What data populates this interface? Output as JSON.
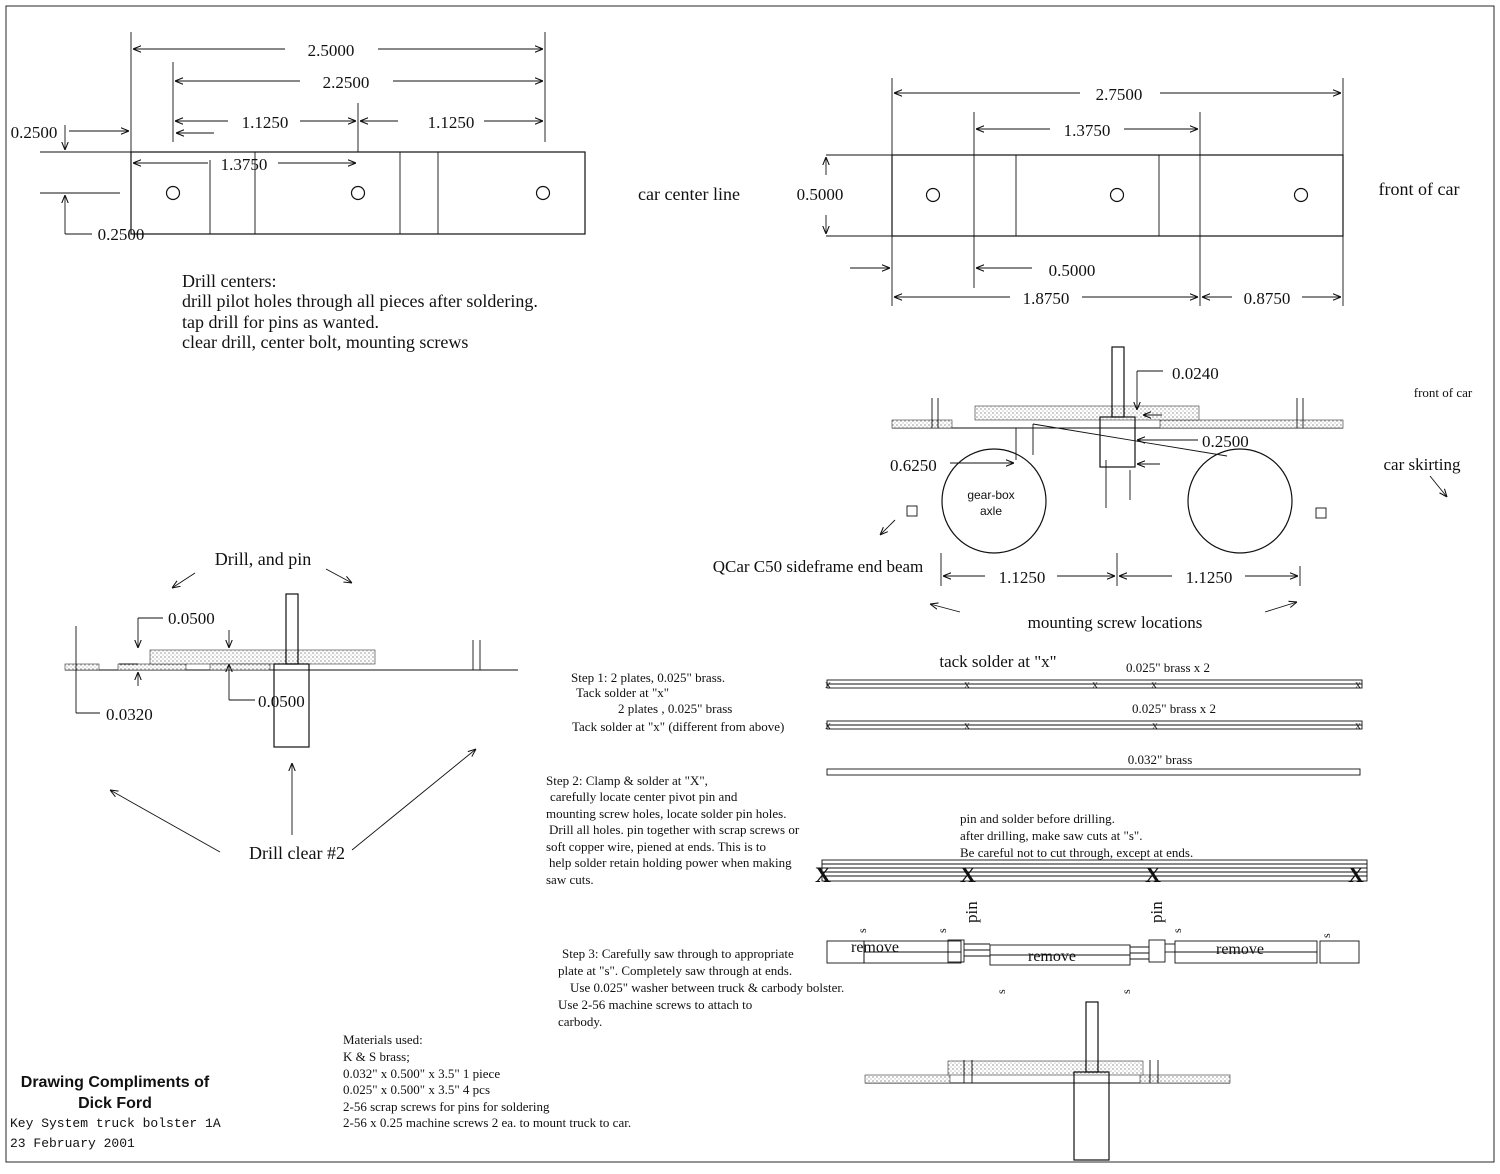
{
  "top_left": {
    "dims": [
      "2.5000",
      "2.2500",
      "1.1250",
      "1.1250",
      "1.3750",
      "0.2500",
      "0.2500"
    ],
    "car_center_line": "car center line"
  },
  "top_right": {
    "dims": [
      "2.7500",
      "1.3750",
      "0.5000",
      "0.5000",
      "1.8750",
      "0.8750"
    ],
    "front_of_car": "front of car"
  },
  "notes": {
    "title": "Drill centers:",
    "lines": [
      "drill pilot holes through all pieces after soldering.",
      "tap drill for pins as wanted.",
      "clear drill, center bolt, mounting screws"
    ]
  },
  "truck_view": {
    "dims": [
      "0.0240",
      "0.2500",
      "0.6250",
      "1.1250",
      "1.1250"
    ],
    "front_of_car_small": "front of car",
    "car_skirting": "car skirting",
    "gearbox_label": [
      "gear-box",
      "axle"
    ],
    "sideframe_label": "QCar C50 sideframe end beam",
    "mounting_label": "mounting screw locations"
  },
  "pin_detail": {
    "drill_and_pin": "Drill, and pin",
    "drill_clear": "Drill clear #2",
    "dims": [
      "0.0500",
      "0.0500",
      "0.0320"
    ]
  },
  "steps": {
    "tack_header": "tack solder at \"x\"",
    "step1": [
      "Step 1: 2 plates, 0.025\" brass.",
      "Tack solder at \"x\"",
      "2 plates , 0.025\" brass",
      "Tack solder at \"x\" (different from above)"
    ],
    "plate_labels": [
      "0.025\" brass x 2",
      "0.025\" brass x 2",
      "0.032\" brass"
    ],
    "step2": [
      "Step 2:  Clamp & solder at \"X\",",
      "carefully locate center pivot pin and",
      "mounting screw holes, locate solder pin holes.",
      "Drill all holes.  pin together with scrap screws or",
      "soft copper wire, piened at ends.  This is to",
      "help solder retain holding power when making",
      "saw cuts."
    ],
    "step2_right": [
      "pin and solder before drilling.",
      "after drilling, make saw cuts at \"s\".",
      "Be careful not to cut through, except at ends."
    ],
    "step3": [
      "Step 3:  Carefully saw through to appropriate",
      "plate at \"s\".  Completely saw through at ends.",
      "Use 0.025\" washer between truck & carbody bolster.",
      "Use 2-56 machine screws to attach to",
      "carbody."
    ],
    "remove": [
      "remove",
      "remove",
      "remove"
    ],
    "pin": [
      "pin",
      "pin"
    ],
    "s_mark": "s",
    "x_mark": "x",
    "X_mark": "X"
  },
  "materials": {
    "title": "Materials used:",
    "lines": [
      "K & S brass;",
      "0.032\" x 0.500\" x 3.5\" 1 piece",
      "0.025\" x 0.500\" x 3.5\"  4 pcs",
      "2-56 scrap screws for pins for soldering",
      "2-56 x 0.25 machine screws 2 ea. to mount truck to car."
    ]
  },
  "credits": {
    "line1": "Drawing Compliments of",
    "line2": "Dick Ford",
    "part": "Key System truck bolster 1A",
    "date": "23 February 2001"
  }
}
